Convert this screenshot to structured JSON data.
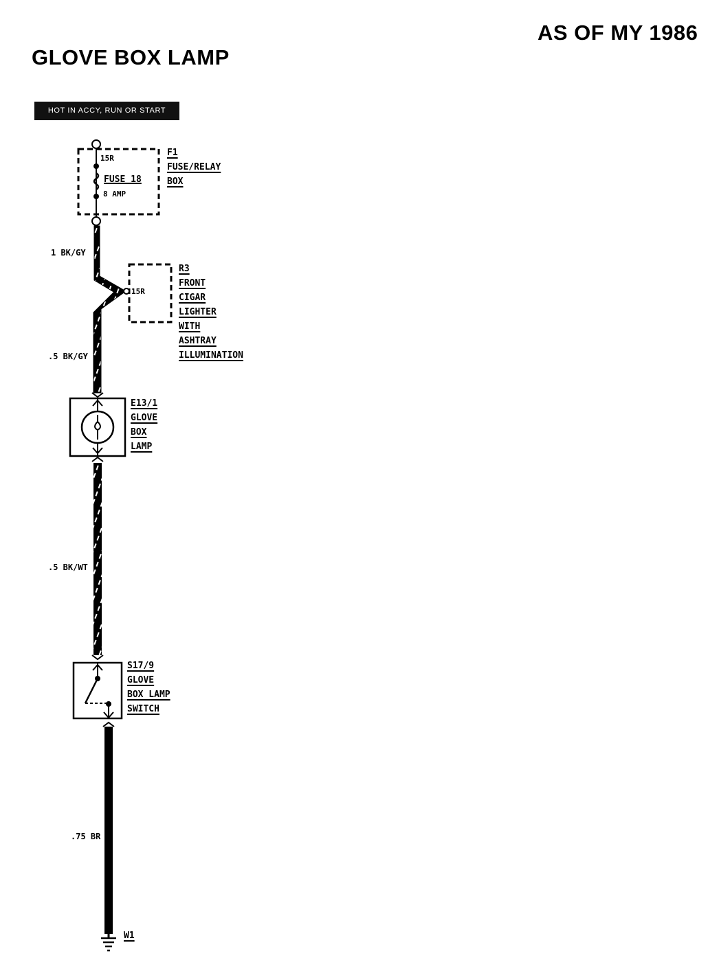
{
  "header": {
    "model_year": "AS OF MY 1986",
    "title": "GLOVE BOX LAMP",
    "banner": "HOT IN ACCY, RUN OR START"
  },
  "fuse_box": {
    "terminal_top": "15R",
    "fuse": "FUSE 18",
    "rating": "8 AMP",
    "label": [
      "F1",
      "FUSE/RELAY",
      "BOX"
    ]
  },
  "lighter": {
    "terminal": "15R",
    "label": [
      "R3",
      "FRONT",
      "CIGAR",
      "LIGHTER",
      "WITH",
      "ASHTRAY",
      "ILLUMINATION"
    ]
  },
  "lamp": {
    "label": [
      "E13/1",
      "GLOVE",
      "BOX",
      "LAMP"
    ]
  },
  "switch": {
    "label": [
      "S17/9",
      "GLOVE",
      "BOX LAMP",
      "SWITCH"
    ]
  },
  "ground": {
    "label": "W1"
  },
  "wires": [
    {
      "label": "1 BK/GY"
    },
    {
      "label": ".5 BK/GY"
    },
    {
      "label": ".5 BK/WT"
    },
    {
      "label": ".75 BR"
    }
  ]
}
